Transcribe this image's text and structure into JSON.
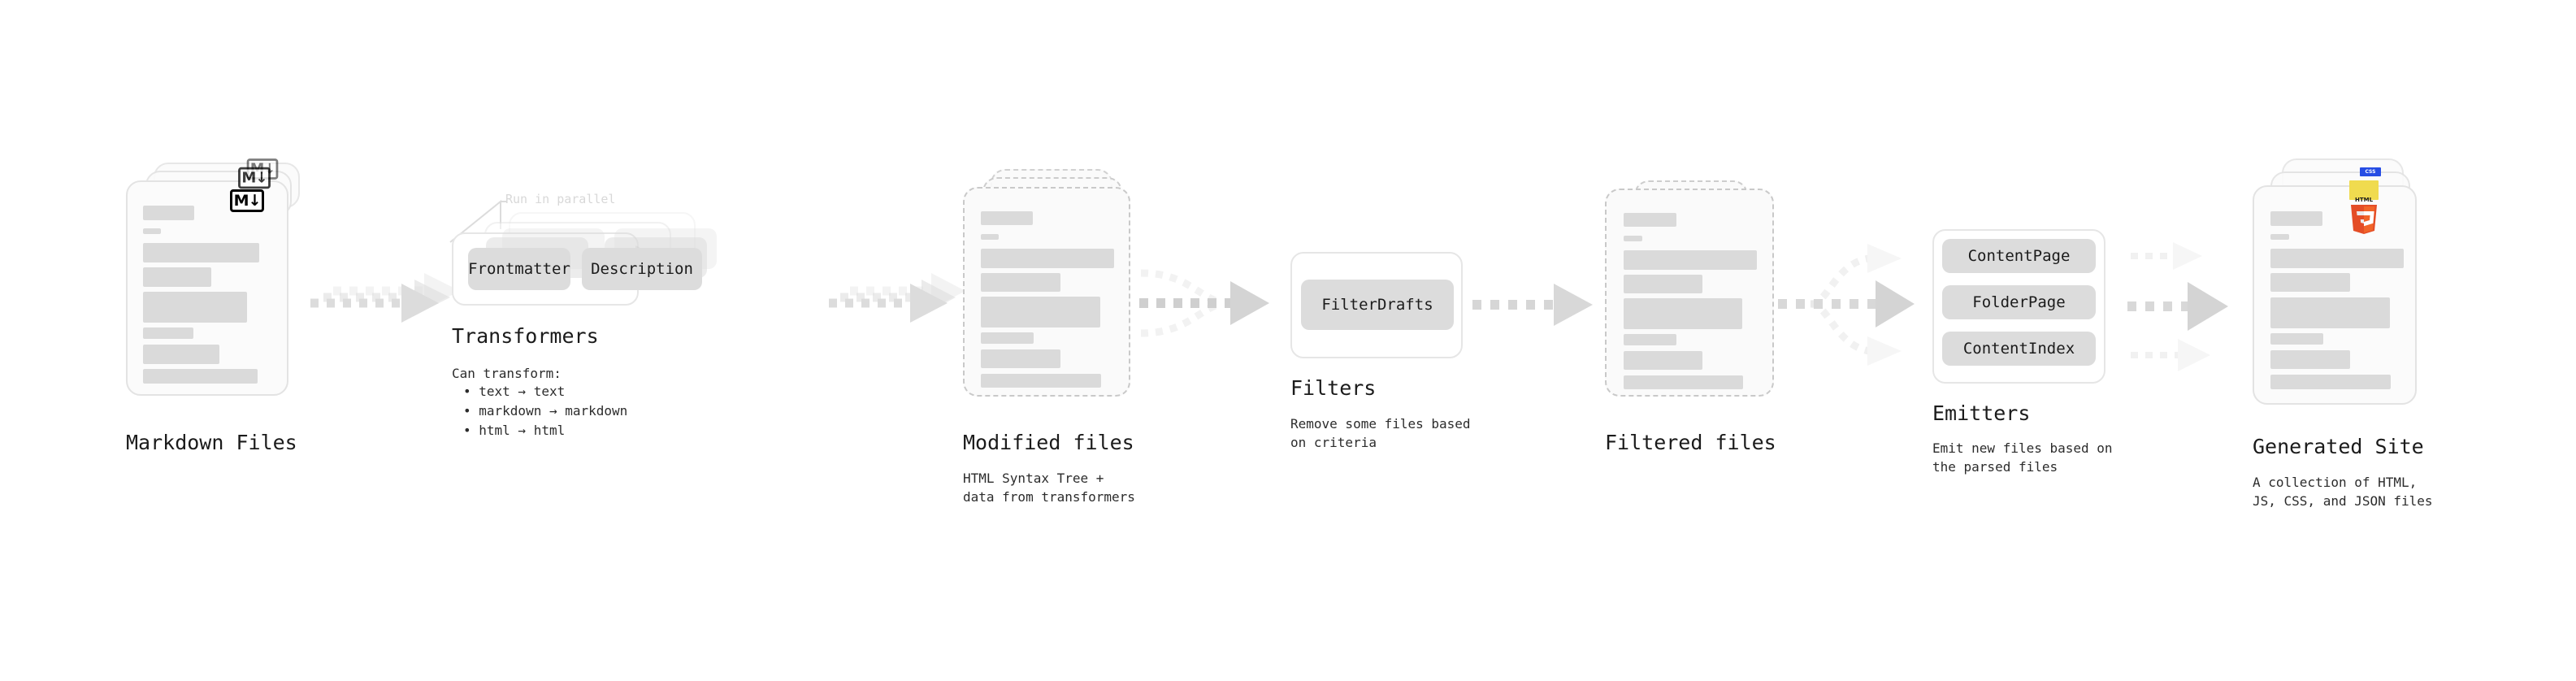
{
  "diagram": {
    "title_text_color": "#1b1b1b",
    "accent_colors": {
      "html5_orange": "#e44d26",
      "html5_orange_light": "#f16529",
      "js_yellow": "#f0db4f",
      "css_blue": "#264de4",
      "skeleton_gray": "#dadada",
      "chip_gray": "#dcdcdc",
      "arrow_gray": "#d8d8d8"
    },
    "stages": [
      {
        "id": "markdown-files",
        "title": "Markdown Files",
        "description": "",
        "kind": "file-stack",
        "badge": "markdown-icon",
        "badge_text": "M↓"
      },
      {
        "id": "transformers",
        "title": "Transformers",
        "description": "Can transform:",
        "kind": "group",
        "annotation": "Run in parallel",
        "chips": [
          "Frontmatter",
          "Description"
        ],
        "bullets": [
          "• text → text",
          "• markdown → markdown",
          "• html → html"
        ]
      },
      {
        "id": "modified-files",
        "title": "Modified files",
        "description": "HTML Syntax Tree +\ndata from transformers",
        "kind": "file-stack-dashed"
      },
      {
        "id": "filters",
        "title": "Filters",
        "description": "Remove some files based\non criteria",
        "kind": "group",
        "chips": [
          "FilterDrafts"
        ]
      },
      {
        "id": "filtered-files",
        "title": "Filtered files",
        "description": "",
        "kind": "file-stack-dashed"
      },
      {
        "id": "emitters",
        "title": "Emitters",
        "description": "Emit new files based on\nthe parsed files",
        "kind": "group",
        "chips": [
          "ContentPage",
          "FolderPage",
          "ContentIndex"
        ]
      },
      {
        "id": "generated-site",
        "title": "Generated Site",
        "description": "A collection of HTML,\nJS, CSS, and JSON files",
        "kind": "file-stack",
        "badge": "html5-icon",
        "badge_text": "HTML",
        "badge_number": "5",
        "css_badge_text": "CSS"
      }
    ]
  }
}
